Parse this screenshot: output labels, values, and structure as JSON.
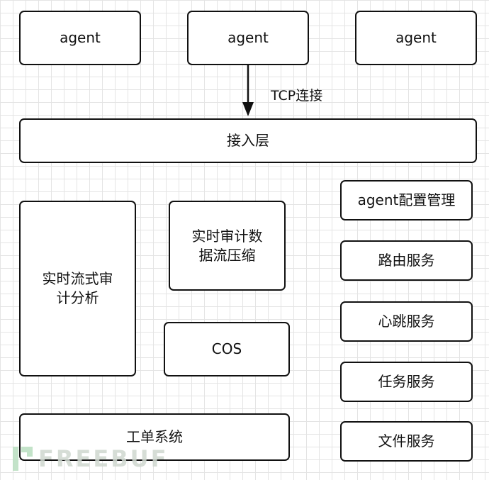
{
  "agents": [
    "agent",
    "agent",
    "agent"
  ],
  "connection_label": "TCP连接",
  "access_layer": "接入层",
  "realtime_stream_audit": "实时流式审\n计分析",
  "realtime_audit_compress": "实时审计数\n据流压缩",
  "cos": "COS",
  "ticket_system": "工单系统",
  "services": [
    "agent配置管理",
    "路由服务",
    "心跳服务",
    "任务服务",
    "文件服务"
  ],
  "watermark": "FREEBUF"
}
